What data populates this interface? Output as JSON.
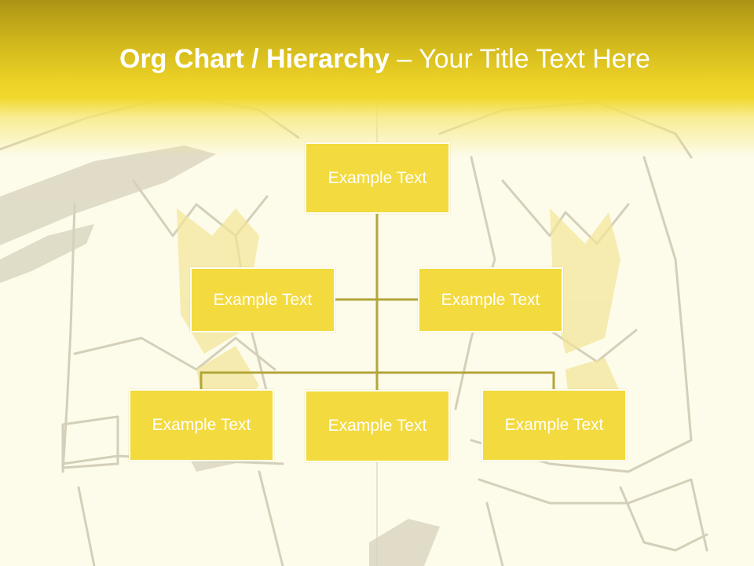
{
  "title": {
    "bold": "Org Chart / Hierarchy",
    "rest": "– Your Title Text Here"
  },
  "nodes": [
    {
      "id": "top",
      "text": "Example Text"
    },
    {
      "id": "middle-left",
      "text": "Example Text"
    },
    {
      "id": "middle-right",
      "text": "Example Text"
    },
    {
      "id": "bottom-left",
      "text": "Example Text"
    },
    {
      "id": "bottom-center",
      "text": "Example Text"
    },
    {
      "id": "bottom-right",
      "text": "Example Text"
    }
  ],
  "colors": {
    "band_top": "#ab9414",
    "band_bright": "#f1d82c",
    "background": "#fdfbea",
    "node_fill": "#f3da3e",
    "node_text": "#ffffff",
    "connector": "#b3a63a"
  }
}
